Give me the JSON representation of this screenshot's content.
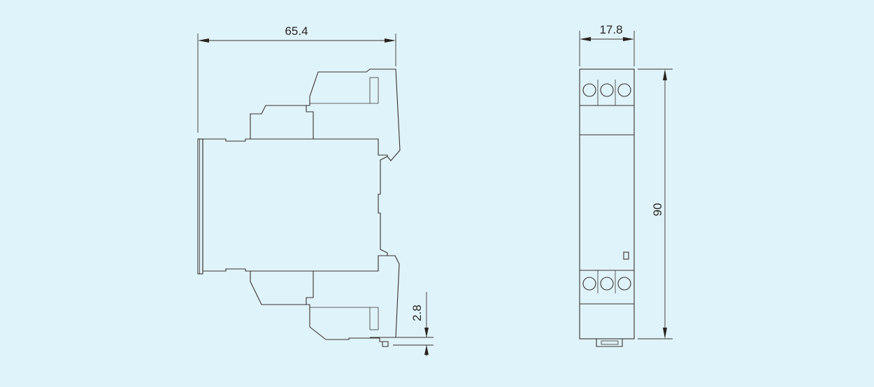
{
  "dimensions": {
    "depth": "65.4",
    "width": "17.8",
    "height": "90",
    "rail_offset": "2.8"
  },
  "colors": {
    "background": "#dff3fb",
    "line": "#3b3128"
  },
  "views": [
    "side-view",
    "front-view"
  ]
}
